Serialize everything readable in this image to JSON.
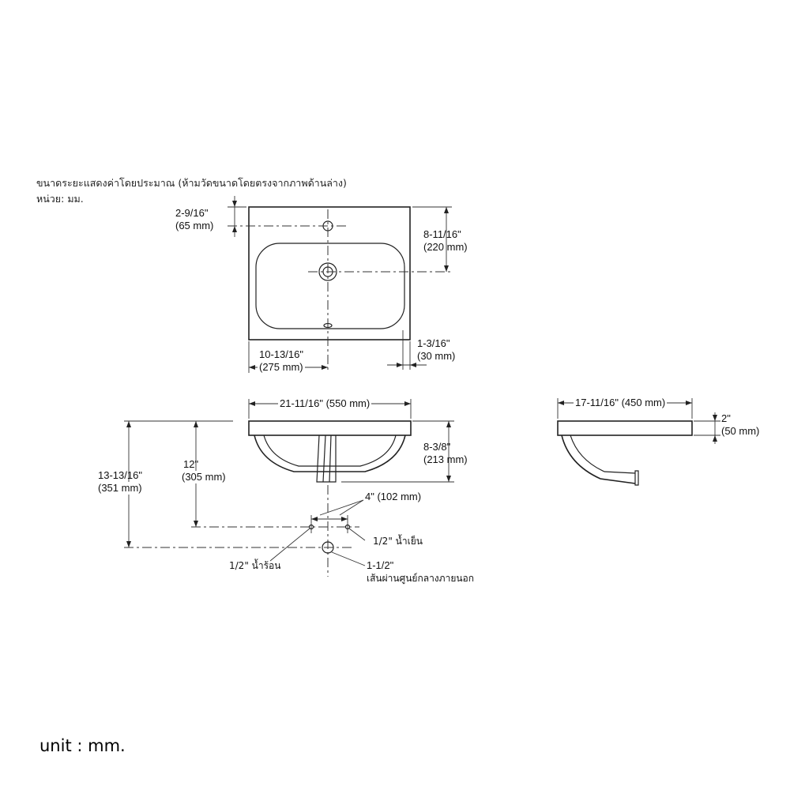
{
  "notes": {
    "line1": "ขนาดระยะแสดงค่าโดยประมาณ (ห้ามวัดขนาดโดยตรงจากภาพด้านล่าง)",
    "line2": "หน่วย: มม."
  },
  "top_view": {
    "faucet_offset": {
      "inch": "2-9/16\"",
      "mm": "(65 mm)"
    },
    "drain_offset": {
      "inch": "8-11/16\"",
      "mm": "(220 mm)"
    },
    "rim_offset": {
      "inch": "1-3/16\"",
      "mm": "(30 mm)"
    },
    "half_width": {
      "inch": "10-13/16\"",
      "mm": "(275 mm)"
    }
  },
  "front_view": {
    "overall_width": "21-11/16\" (550 mm)",
    "bowl_depth": {
      "inch": "8-3/8\"",
      "mm": "(213 mm)"
    },
    "drain_height": {
      "inch": "12\"",
      "mm": "(305 mm)"
    },
    "total_height": {
      "inch": "13-13/16\"",
      "mm": "(351 mm)"
    },
    "supply_spacing": "4\" (102 mm)",
    "cold_supply": "1/2\" น้ำเย็น",
    "hot_supply": "1/2\" น้ำร้อน",
    "waste_size": "1-1/2\"",
    "waste_note": "เส้นผ่านศูนย์กลางภายนอก"
  },
  "side_view": {
    "overall_depth": "17-11/16\" (450 mm)",
    "rim_height": {
      "inch": "2\"",
      "mm": "(50 mm)"
    }
  },
  "footer": {
    "unit": "unit : mm."
  }
}
